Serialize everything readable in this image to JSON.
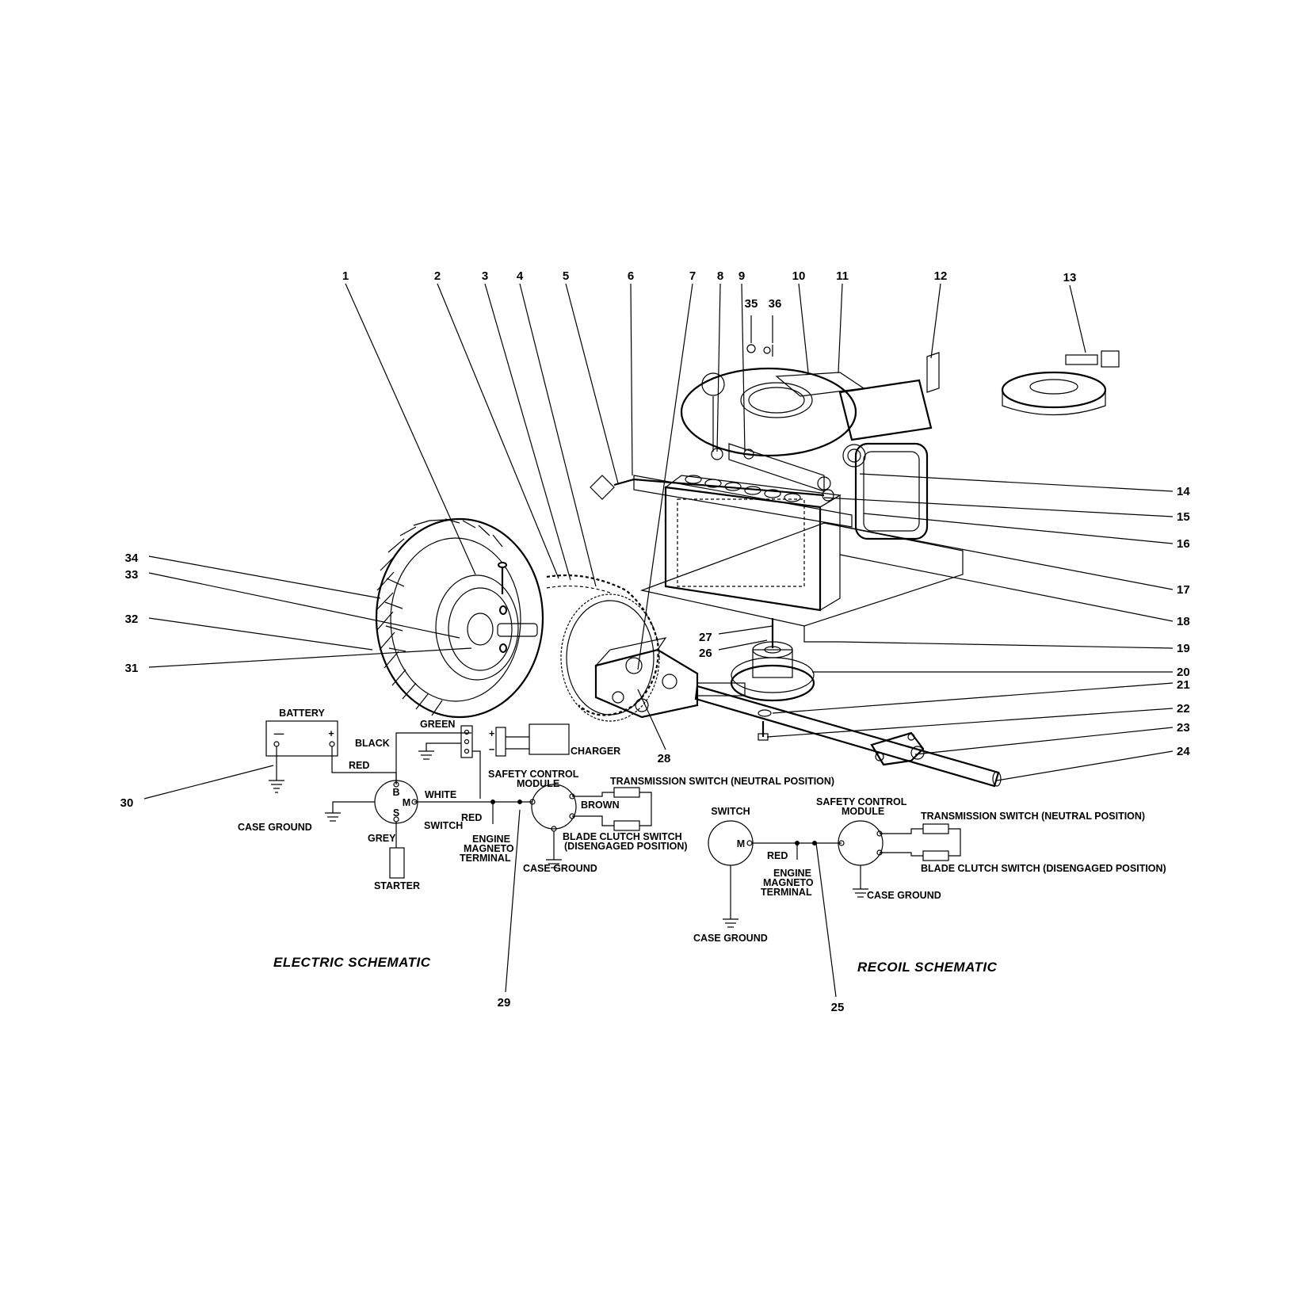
{
  "callouts": {
    "c1": "1",
    "c2": "2",
    "c3": "3",
    "c4": "4",
    "c5": "5",
    "c6": "6",
    "c7": "7",
    "c8": "8",
    "c9": "9",
    "c10": "10",
    "c11": "11",
    "c12": "12",
    "c13": "13",
    "c14": "14",
    "c15": "15",
    "c16": "16",
    "c17": "17",
    "c18": "18",
    "c19": "19",
    "c20": "20",
    "c21": "21",
    "c22": "22",
    "c23": "23",
    "c24": "24",
    "c25": "25",
    "c26": "26",
    "c27": "27",
    "c28": "28",
    "c29": "29",
    "c30": "30",
    "c31": "31",
    "c32": "32",
    "c33": "33",
    "c34": "34",
    "c35": "35",
    "c36": "36"
  },
  "electric_schematic": {
    "title": "ELECTRIC  SCHEMATIC",
    "battery": "BATTERY",
    "battery_minus": "—",
    "battery_plus": "+",
    "red_1": "RED",
    "green": "GREEN",
    "black": "BLACK",
    "charger_plus": "+",
    "charger_minus": "−",
    "charger": "CHARGER",
    "b_terminal": "B",
    "m_terminal": "M",
    "s_terminal": "S",
    "white": "WHITE",
    "switch": "SWITCH",
    "case_ground_1": "CASE GROUND",
    "grey": "GREY",
    "starter": "STARTER",
    "red_2": "RED",
    "engine": "ENGINE",
    "magneto": "MAGNETO",
    "terminal": "TERMINAL",
    "safety_control": "SAFETY CONTROL",
    "module": "MODULE",
    "brown": "BROWN",
    "transmission_switch": "TRANSMISSION SWITCH (NEUTRAL POSITION)",
    "blade_clutch_switch": "BLADE CLUTCH SWITCH",
    "disengaged": "(DISENGAGED POSITION)",
    "case_ground_2": "CASE GROUND"
  },
  "recoil_schematic": {
    "title": "RECOIL  SCHEMATIC",
    "switch": "SWITCH",
    "m_terminal": "M",
    "red": "RED",
    "engine": "ENGINE",
    "magneto": "MAGNETO",
    "terminal": "TERMINAL",
    "safety_control": "SAFETY CONTROL",
    "module": "MODULE",
    "transmission_switch": "TRANSMISSION SWITCH (NEUTRAL POSITION)",
    "blade_clutch_switch": "BLADE CLUTCH SWITCH (DISENGAGED POSITION)",
    "case_ground_1": "CASE GROUND",
    "case_ground_2": "CASE GROUND"
  }
}
